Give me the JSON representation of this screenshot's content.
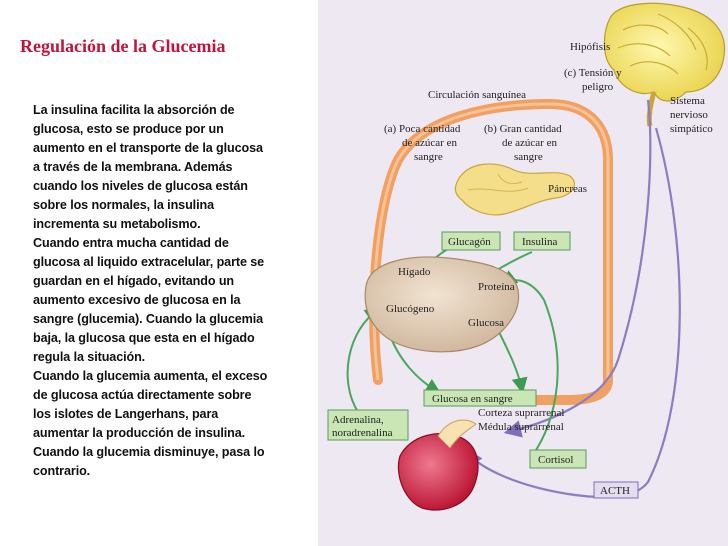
{
  "title": "Regulación de la Glucemia",
  "paragraph_lines": [
    "La insulina facilita la absorción de",
    "glucosa, esto se produce por un",
    "aumento en el transporte de la glucosa",
    "a través de la membrana. Además",
    "cuando los niveles de glucosa están",
    "sobre los normales, la insulina",
    "incrementa su metabolismo.",
    "Cuando entra mucha cantidad de",
    "glucosa al liquido extracelular, parte se",
    "guardan en el hígado, evitando un",
    "aumento excesivo de glucosa en la",
    "sangre (glucemia). Cuando la glucemia",
    "baja, la glucosa que esta en el hígado",
    "regula la situación.",
    "Cuando la glucemia aumenta, el exceso",
    "de glucosa actúa directamente sobre",
    "los islotes de Langerhans, para",
    "aumentar la producción de insulina.",
    "Cuando la glucemia disminuye, pasa lo",
    "contrario."
  ],
  "diagram": {
    "hipofisis": "Hipófisis",
    "tension": [
      "(c) Tensión y",
      "peligro"
    ],
    "sistema": [
      "Sistema",
      "nervioso",
      "simpático"
    ],
    "circulacion": "Circulación sanguínea",
    "poca": [
      "(a) Poca cantidad",
      "de azúcar en",
      "sangre"
    ],
    "gran": [
      "(b) Gran cantidad",
      "de azúcar en",
      "sangre"
    ],
    "pancreas": "Páncreas",
    "glucagon": "Glucagón",
    "insulina": "Insulina",
    "higado": "Hígado",
    "glucogeno": "Glucógeno",
    "proteina": "Proteína",
    "glucosa": "Glucosa",
    "glucosa_sangre": "Glucosa en sangre",
    "adrenalina": [
      "Adrenalina,",
      "noradrenalina"
    ],
    "corteza": "Corteza suprarrenal",
    "medula": "Médula suprarrenal",
    "cortisol": "Cortisol",
    "acth": "ACTH"
  },
  "colors": {
    "title": "#c0143c",
    "panel_bg": "#efe9f3",
    "vessel": "#f0a062",
    "green_arrow": "#4aa85c",
    "purple_arrow": "#8a7ec0",
    "box_fill": "#c9e6b4",
    "box_border": "#5a9a5e"
  }
}
